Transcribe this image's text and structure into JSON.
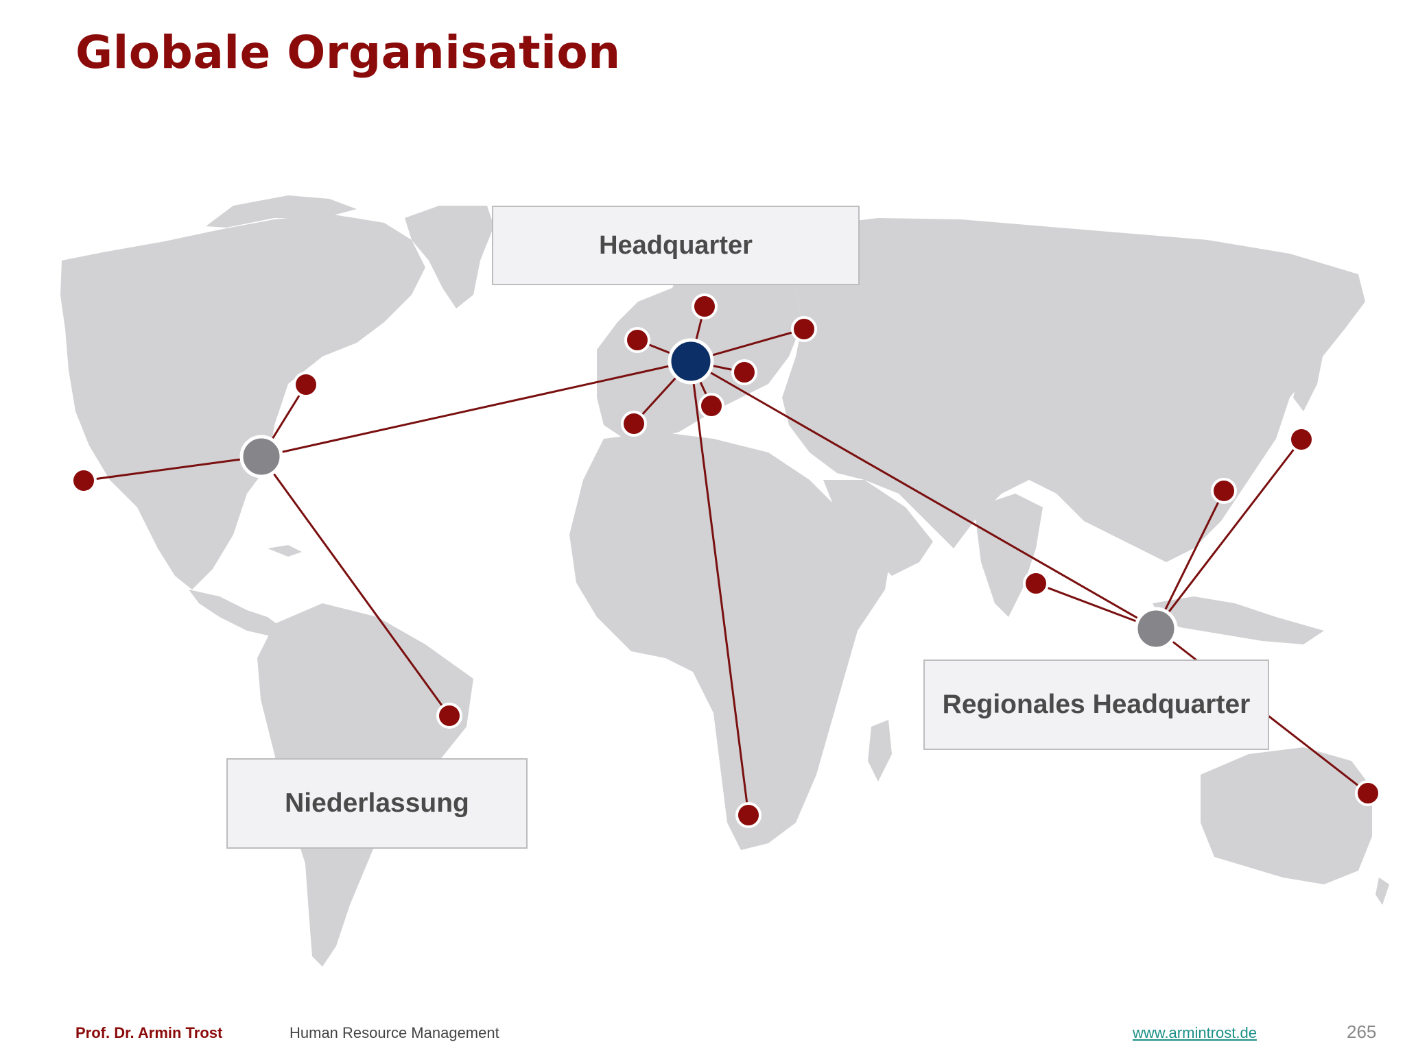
{
  "title": "Globale Organisation",
  "labels": {
    "headquarter": "Headquarter",
    "regional": "Regionales Headquarter",
    "branch": "Niederlassung"
  },
  "footer": {
    "author": "Prof. Dr. Armin Trost",
    "course": "Human Resource Management",
    "url": "www.armintrost.de",
    "page": "265"
  },
  "colors": {
    "title": "#8b0a0a",
    "link_line": "#7a0f0f",
    "branch_node": "#8b0a0a",
    "headquarter_node": "#0b2f66",
    "regional_node": "#85858a",
    "land": "#d2d2d4"
  },
  "network": {
    "headquarter": "Europe",
    "regional_headquarters": [
      "North America",
      "Southeast Asia"
    ],
    "branches": [
      "Northern Europe",
      "British Isles",
      "Eastern Europe",
      "Central Europe",
      "Iberia",
      "Italy",
      "Southern Africa",
      "Northeastern US",
      "Western US",
      "Brazil",
      "India",
      "China",
      "Japan",
      "Australia"
    ]
  }
}
